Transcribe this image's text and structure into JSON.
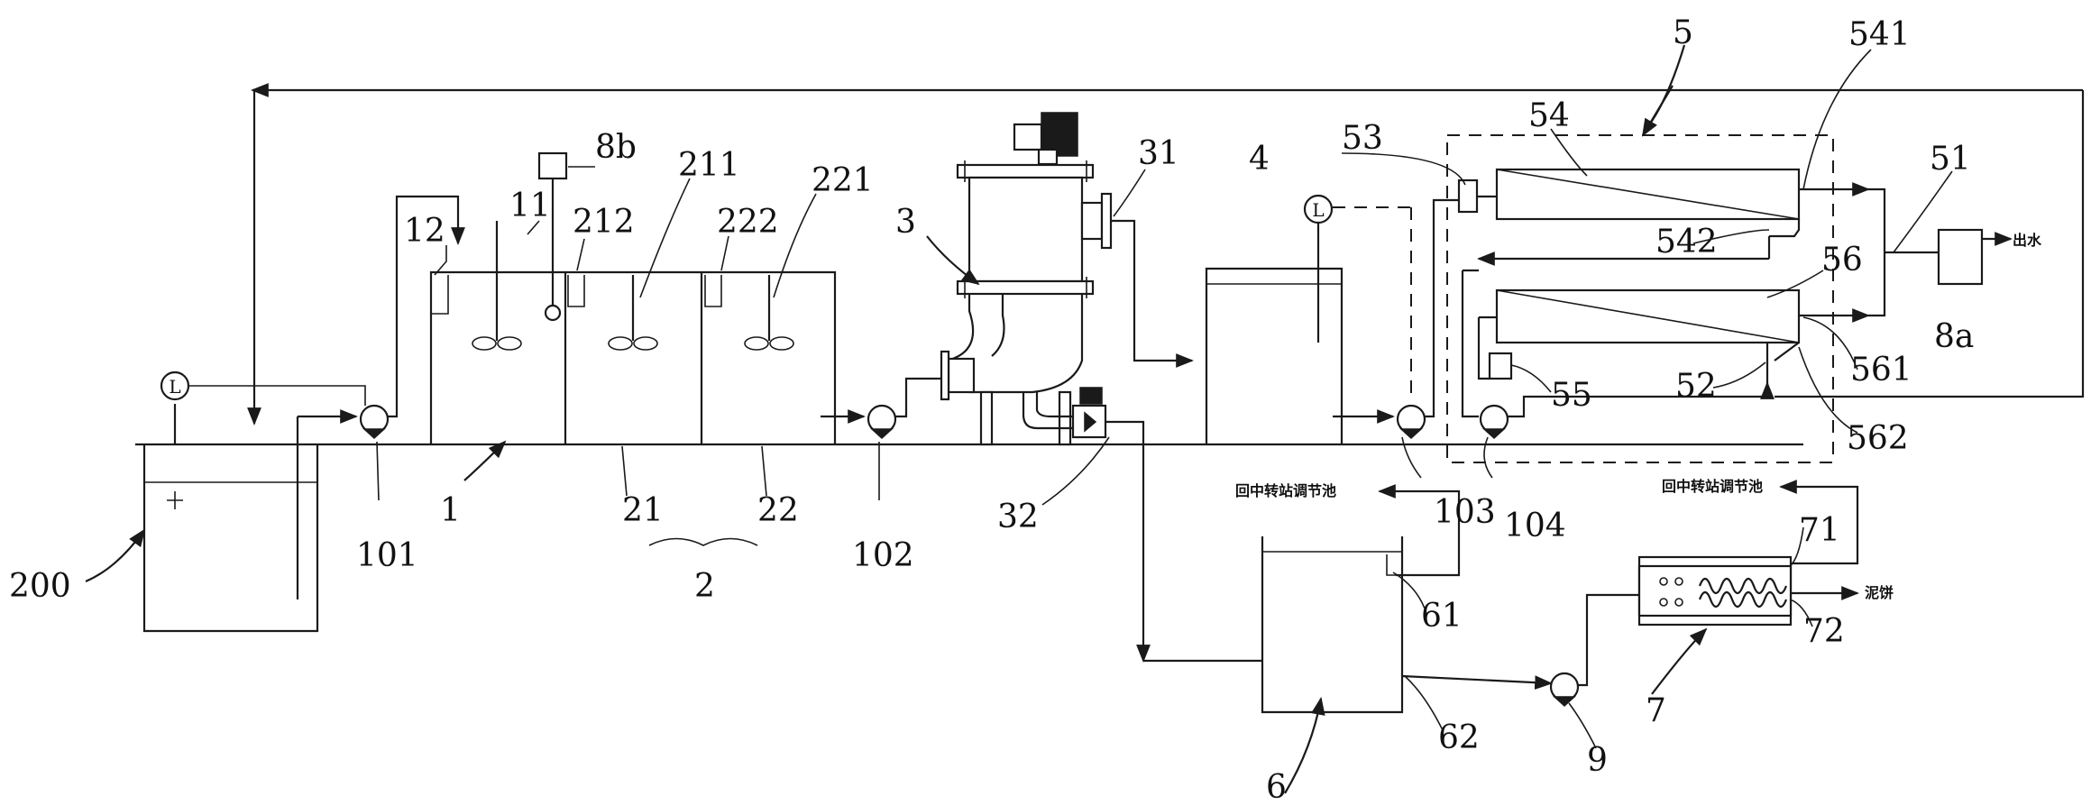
{
  "labels": {
    "l200": "200",
    "l101": "101",
    "l1": "1",
    "l12": "12",
    "l11": "11",
    "l8b": "8b",
    "l212": "212",
    "l211": "211",
    "l222": "222",
    "l221": "221",
    "l21": "21",
    "l22": "22",
    "l2": "2",
    "l102": "102",
    "l3": "3",
    "l31": "31",
    "l32": "32",
    "l4": "4",
    "l53": "53",
    "l54": "54",
    "l5": "5",
    "l541": "541",
    "l51": "51",
    "l542": "542",
    "l56": "56",
    "l8a": "8a",
    "l561": "561",
    "l55": "55",
    "l52": "52",
    "l562": "562",
    "l103": "103",
    "l104": "104",
    "l61": "61",
    "l62": "62",
    "l6": "6",
    "l9": "9",
    "l71": "71",
    "l72": "72",
    "l7": "7"
  },
  "level_sensor_symbol": "L",
  "annotations": {
    "outlet_water": "出水",
    "return_to_station_6": "回中转站调节池",
    "return_to_station_7": "回中转站调节池",
    "sludge_cake": "泥饼"
  }
}
